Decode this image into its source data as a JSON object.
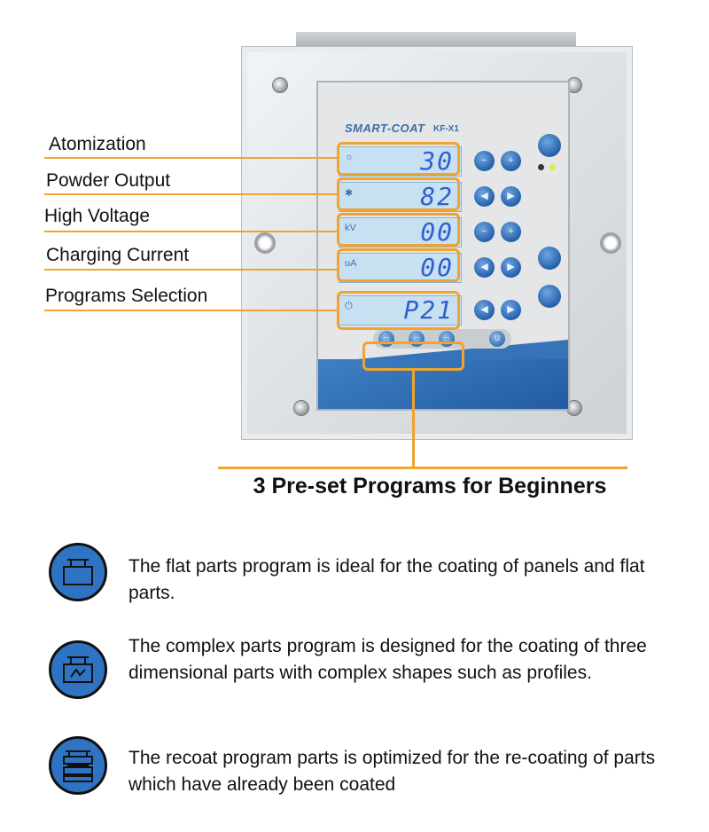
{
  "device": {
    "brand": "SMART-COAT",
    "model": "KF-X1",
    "rows": [
      {
        "icon": "atomization-icon",
        "glyph": "☼",
        "value": "30"
      },
      {
        "icon": "powder-output-icon",
        "glyph": "✱",
        "value": "82"
      },
      {
        "icon": "voltage-icon",
        "glyph": "kV",
        "value": "00"
      },
      {
        "icon": "current-icon",
        "glyph": "uA",
        "value": "00"
      },
      {
        "icon": "program-icon",
        "glyph": "⏻",
        "value": "P21"
      }
    ]
  },
  "labels": {
    "atomization": "Atomization",
    "powder_output": "Powder Output",
    "high_voltage": "High Voltage",
    "charging_current": "Charging Current",
    "programs_selection": "Programs Selection"
  },
  "subtitle": "3 Pre-set Programs for Beginners",
  "programs": [
    {
      "icon": "flat-parts-icon",
      "text": "The flat parts program is ideal for the coating of panels and flat parts."
    },
    {
      "icon": "complex-parts-icon",
      "text": "The complex parts program is designed for the coating of three dimensional parts with complex shapes such as profiles."
    },
    {
      "icon": "recoat-icon",
      "text": "The recoat program parts is optimized for the re-coating of parts which have already been coated"
    }
  ],
  "colors": {
    "accent": "#f0a330",
    "blue": "#2f74c4",
    "lcd": "#c8e1f2",
    "digits": "#2f5fd0"
  }
}
